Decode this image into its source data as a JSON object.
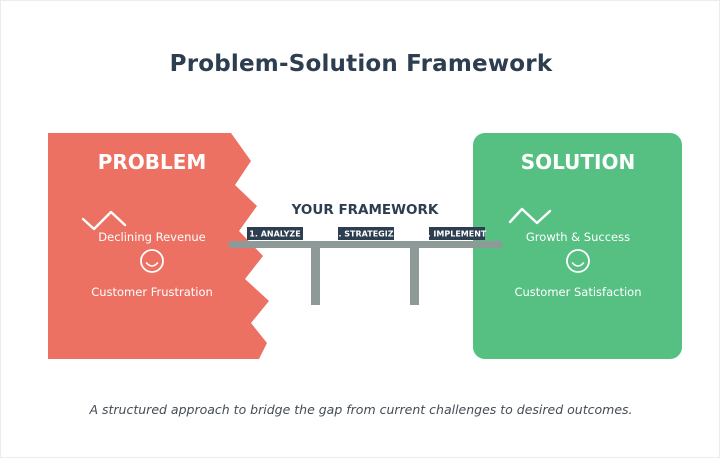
{
  "title": "Problem-Solution Framework",
  "problem": {
    "title": "PROBLEM",
    "items": [
      "Declining Revenue",
      "Customer Frustration"
    ],
    "color": "#ec7163",
    "icons": [
      "trend-zigzag-icon",
      "smiley-icon"
    ]
  },
  "solution": {
    "title": "SOLUTION",
    "items": [
      "Growth & Success",
      "Customer Satisfaction"
    ],
    "color": "#56c083",
    "icons": [
      "trend-zigzag-icon",
      "smiley-icon"
    ]
  },
  "framework": {
    "title": "YOUR FRAMEWORK",
    "steps": [
      "1. ANALYZE",
      ". STRATEGIZ",
      ". IMPLEMENT"
    ],
    "bridge_color": "#8e9a97",
    "label_color": "#2c3e50"
  },
  "caption": "A structured approach to bridge the gap from current challenges to desired outcomes."
}
